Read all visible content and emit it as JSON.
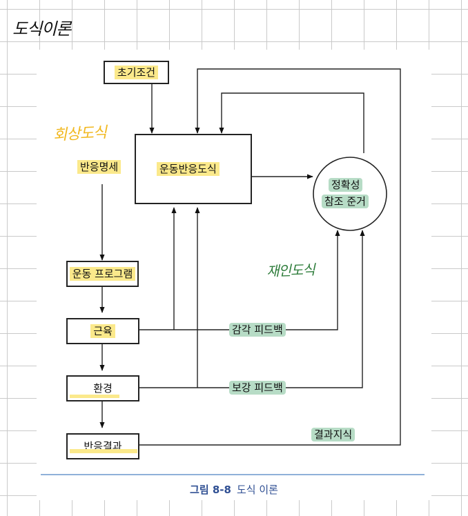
{
  "handwritten": {
    "title": "도식이론",
    "recall_schema": "회상도식",
    "recognition_schema": "재인도식"
  },
  "boxes": {
    "initial_conditions": "초기조건",
    "motor_response_schema": "운동반응도식",
    "motor_program": "운동 프로그램",
    "muscle": "근육",
    "environment": "환경",
    "response_outcome": "반응결과"
  },
  "circle": {
    "line1": "정확성",
    "line2": "참조 준거"
  },
  "labels": {
    "response_specification": "반응명세",
    "sensory_feedback": "감각 피드백",
    "augmented_feedback": "보강 피드백",
    "knowledge_of_results": "결과지식"
  },
  "caption": {
    "number": "그림 8-8",
    "text": "도식 이론"
  },
  "colors": {
    "highlight_yellow": "#fbe98b",
    "highlight_green": "#b7dcc6",
    "ink_yellow": "#f1b81f",
    "ink_green": "#2f7d3c",
    "caption_blue": "#2f4f93",
    "rule_blue": "#8fb0d9"
  }
}
